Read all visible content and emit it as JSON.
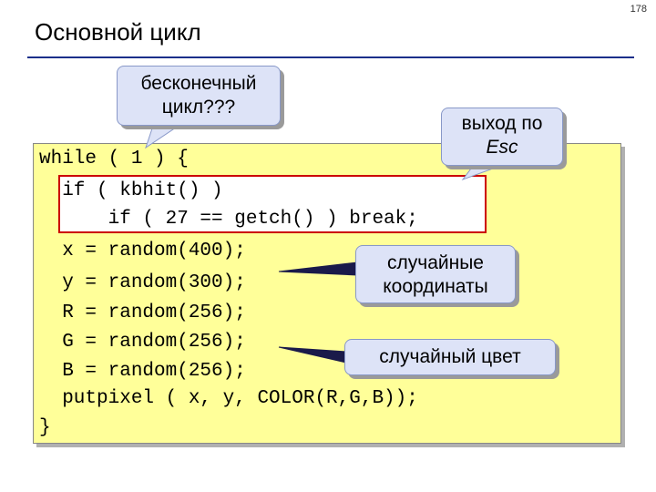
{
  "slide": {
    "page_number": "178",
    "title": "Основной цикл"
  },
  "code": {
    "lines": [
      "while ( 1 ) {",
      "  if ( kbhit() )",
      "      if ( 27 == getch() ) break;",
      "  x = random(400);",
      "  y = random(300);",
      "  R = random(256);",
      "  G = random(256);",
      "  B = random(256);",
      "  putpixel ( x, y, COLOR(R,G,B));",
      "}"
    ]
  },
  "callouts": {
    "infinite_loop": {
      "line1": "бесконечный",
      "line2": "цикл???"
    },
    "exit_esc": {
      "line1": "выход по",
      "line2": "Esc"
    },
    "random_coords": {
      "line1": "случайные",
      "line2": "координаты"
    },
    "random_color": {
      "text": "случайный цвет"
    }
  },
  "colors": {
    "code_background": "#ffff99",
    "callout_background": "#dde3f7",
    "title_rule": "#1a2f8a",
    "highlight_border": "#cc0000"
  }
}
